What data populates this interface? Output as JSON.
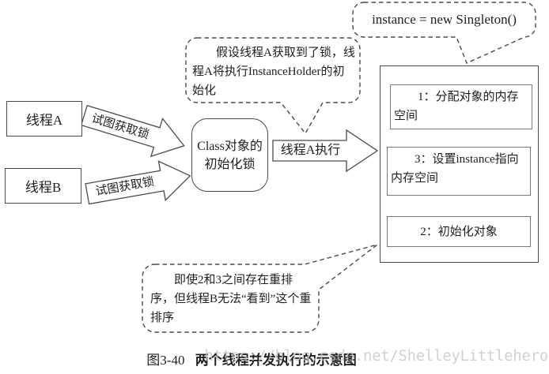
{
  "colors": {
    "line": "#4a4a4a",
    "inner_line": "#7a7a7a",
    "text": "#1e1e1e",
    "watermark_gray": "#c3c3c3",
    "background": "#ffffff"
  },
  "nodes": {
    "thread_a": {
      "label": "线程A"
    },
    "thread_b": {
      "label": "线程B"
    },
    "lock": {
      "label": "Class对象的初始化锁"
    },
    "step1": {
      "label": "1：分配对象的内存空间"
    },
    "step3": {
      "label": "3：设置instance指向内存空间"
    },
    "step2": {
      "label": "2：初始化对象"
    }
  },
  "arrows": {
    "try_lock_a": {
      "label": "试图获取锁"
    },
    "try_lock_b": {
      "label": "试图获取锁"
    },
    "thread_a_exec": {
      "label": "线程A执行"
    }
  },
  "callouts": {
    "assume": {
      "text": "假设线程A获取到了锁，线程A将执行InstanceHolder的初始化"
    },
    "instance": {
      "text": "instance = new Singleton()"
    },
    "reorder": {
      "text": "即使2和3之间存在重排序，但线程B无法“看到”这个重排序"
    }
  },
  "caption": {
    "prefix": "图3-40",
    "title": "两个线程并发执行的示意图"
  },
  "watermark": "https://blog.csdn.net/ShelleyLittlehero"
}
